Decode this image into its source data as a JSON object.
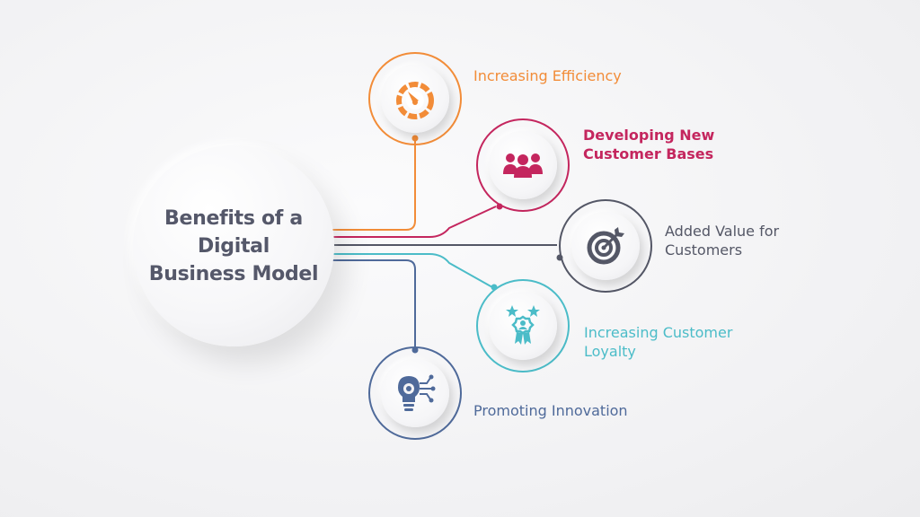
{
  "hub": {
    "title": "Benefits of a Digital Business Model"
  },
  "colors": {
    "efficiency": "#f28c38",
    "customers": "#c4265e",
    "value": "#545766",
    "loyalty": "#4bbcc8",
    "innovation": "#4f6a9a"
  },
  "items": [
    {
      "label": "Increasing Efficiency",
      "icon": "speedometer-icon"
    },
    {
      "label": "Developing New Customer Bases",
      "icon": "people-group-icon"
    },
    {
      "label": "Added Value for Customers",
      "icon": "target-icon"
    },
    {
      "label": "Increasing Customer Loyalty",
      "icon": "award-badge-icon"
    },
    {
      "label": "Promoting Innovation",
      "icon": "lightbulb-gear-icon"
    }
  ]
}
